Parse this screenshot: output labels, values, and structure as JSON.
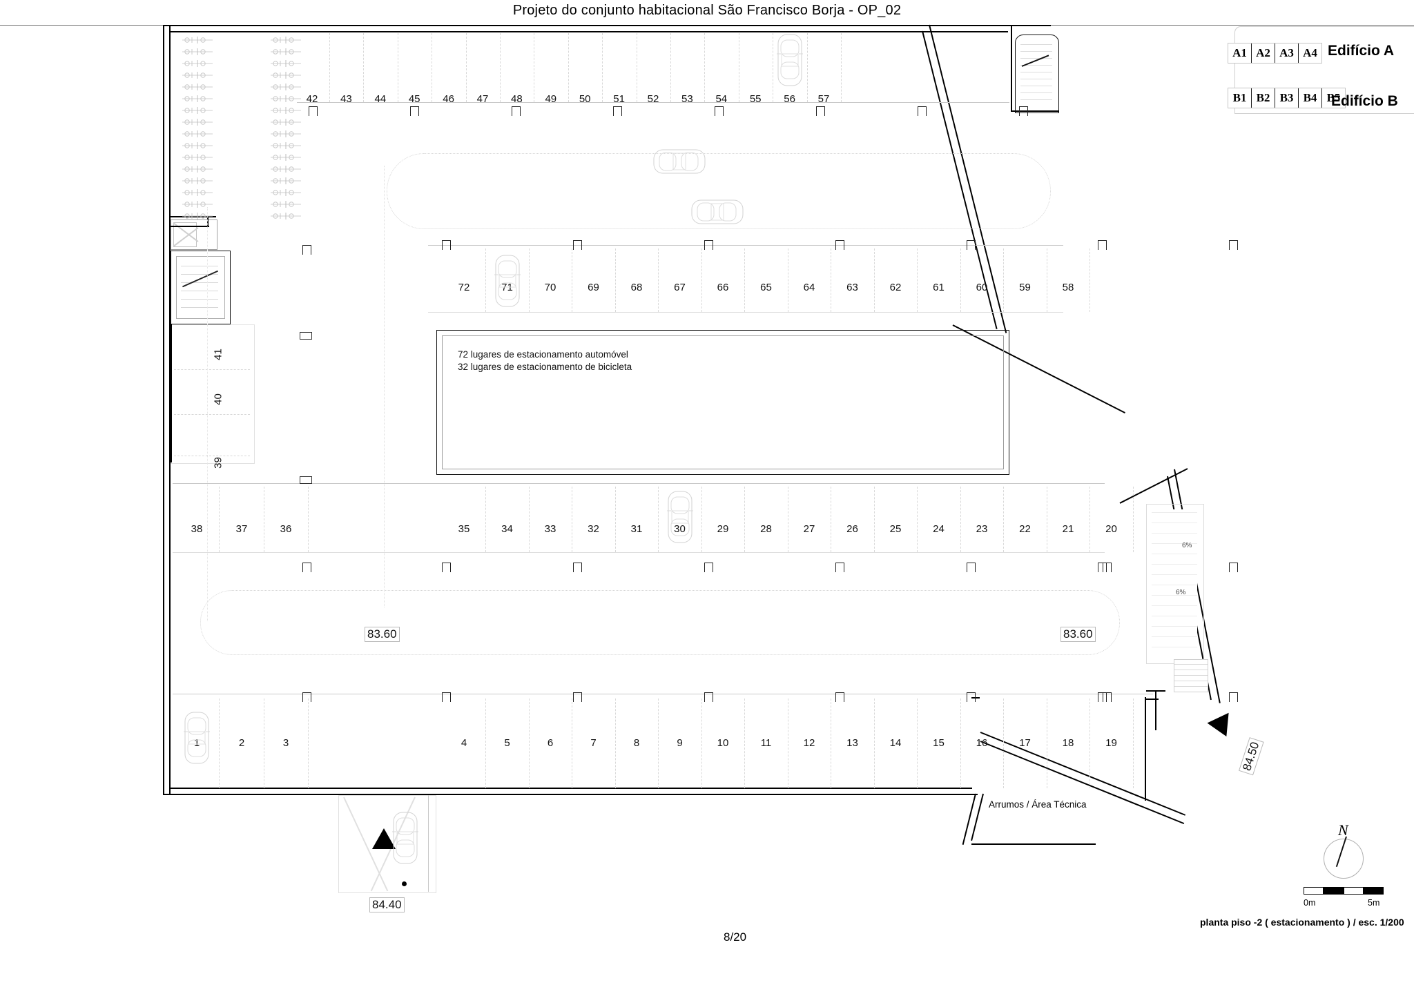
{
  "document": {
    "title": "Projeto do conjunto habitacional São Francisco Borja - OP_02",
    "page_number": "8/20",
    "caption": "planta piso -2 ( estacionamento )  / esc. 1/200"
  },
  "notes": {
    "line1": "72 lugares de estacionamento automóvel",
    "line2": "32 lugares de estacionamento de bicicleta",
    "technical_area": "Arrumos / Área Técnica"
  },
  "legend": {
    "building_a_label": "Edifício A",
    "building_a_blocks": [
      "A1",
      "A2",
      "A3",
      "A4"
    ],
    "building_b_label": "Edifício B",
    "building_b_blocks": [
      "B1",
      "B2",
      "B3",
      "B4",
      "B5"
    ]
  },
  "north": {
    "label": "N"
  },
  "scale_bar": {
    "start": "0m",
    "end": "5m"
  },
  "elevations": [
    {
      "value": "83.60",
      "position": "center-left"
    },
    {
      "value": "83.60",
      "position": "center-right"
    },
    {
      "value": "84.50",
      "position": "right-ramp"
    },
    {
      "value": "84.40",
      "position": "bottom-ramp"
    }
  ],
  "slopes": [
    {
      "value": "6%"
    },
    {
      "value": "6%"
    }
  ],
  "parking_rows": {
    "row_top": [
      "42",
      "43",
      "44",
      "45",
      "46",
      "47",
      "48",
      "49",
      "50",
      "51",
      "52",
      "53",
      "54",
      "55",
      "56",
      "57"
    ],
    "row_second": [
      "72",
      "71",
      "70",
      "69",
      "68",
      "67",
      "66",
      "65",
      "64",
      "63",
      "62",
      "61",
      "60",
      "59",
      "58"
    ],
    "column_left": [
      "41",
      "40",
      "39"
    ],
    "row_third_left": [
      "38",
      "37",
      "36"
    ],
    "row_third_right": [
      "35",
      "34",
      "33",
      "32",
      "31",
      "30",
      "29",
      "28",
      "27",
      "26",
      "25",
      "24",
      "23",
      "22",
      "21",
      "20"
    ],
    "row_bottom_left": [
      "1",
      "2",
      "3"
    ],
    "row_bottom_right": [
      "4",
      "5",
      "6",
      "7",
      "8",
      "9",
      "10",
      "11",
      "12",
      "13",
      "14",
      "15",
      "16",
      "17",
      "18",
      "19"
    ]
  }
}
